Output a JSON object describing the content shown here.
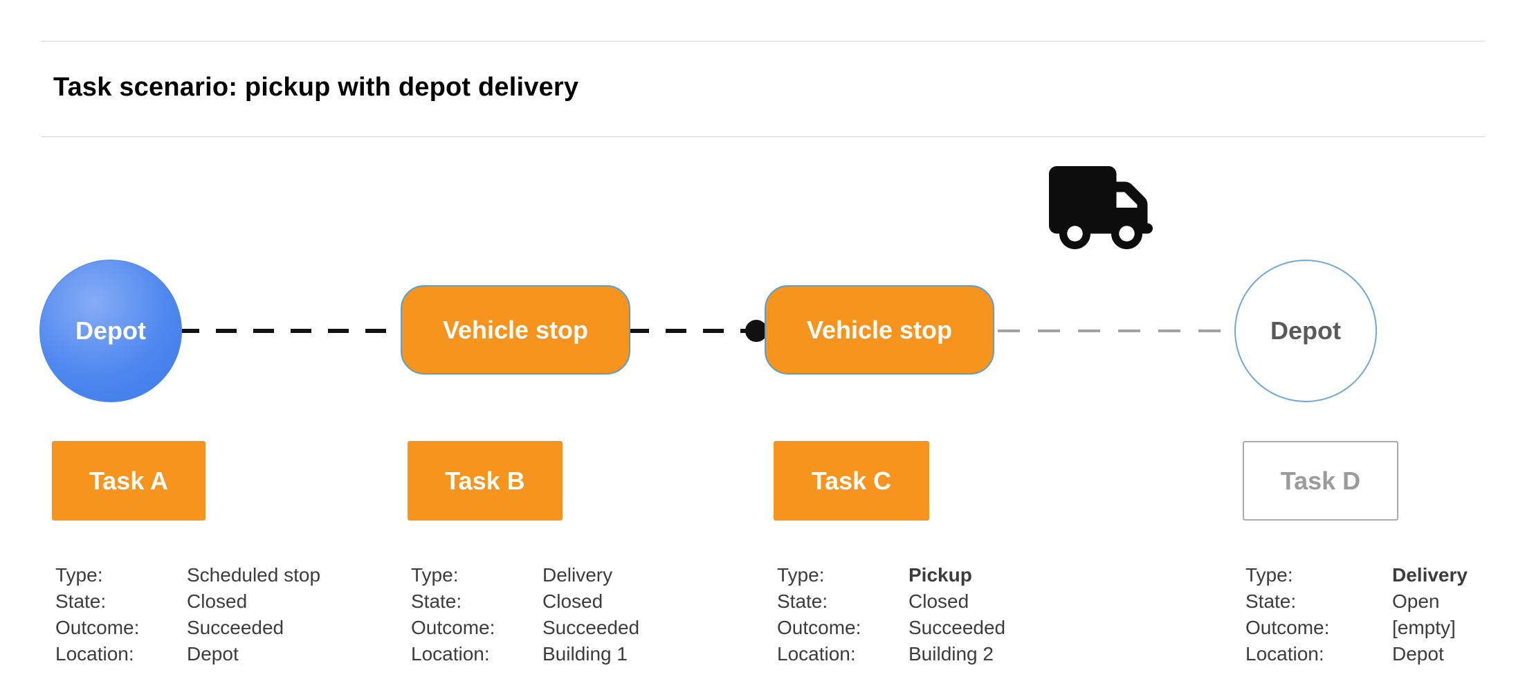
{
  "header": {
    "title": "Task scenario: pickup with depot delivery"
  },
  "diagram": {
    "icons": {
      "truck": "truck-icon"
    },
    "nodes": [
      {
        "label": "Depot",
        "shape": "circle",
        "variant": "filled-blue"
      },
      {
        "label": "Vehicle stop",
        "shape": "rounded-rect",
        "variant": "filled-orange"
      },
      {
        "label": "Vehicle stop",
        "shape": "rounded-rect",
        "variant": "filled-orange"
      },
      {
        "label": "Depot",
        "shape": "circle",
        "variant": "outlined"
      }
    ],
    "connectors": [
      {
        "from": "depot-start",
        "to": "vehicle-stop-1",
        "style": "dashed-black",
        "end_dot": false
      },
      {
        "from": "vehicle-stop-1",
        "to": "vehicle-stop-2",
        "style": "dashed-black",
        "end_dot": true
      },
      {
        "from": "vehicle-stop-2",
        "to": "depot-end",
        "style": "dashed-gray",
        "end_dot": false
      }
    ]
  },
  "field_labels": {
    "type": "Type:",
    "state": "State:",
    "outcome": "Outcome:",
    "location": "Location:"
  },
  "tasks": [
    {
      "label": "Task A",
      "variant": "filled-orange",
      "details": {
        "type": "Scheduled stop",
        "state": "Closed",
        "outcome": "Succeeded",
        "location": "Depot"
      }
    },
    {
      "label": "Task B",
      "variant": "filled-orange",
      "details": {
        "type": "Delivery",
        "state": "Closed",
        "outcome": "Succeeded",
        "location": "Building 1"
      }
    },
    {
      "label": "Task C",
      "variant": "filled-orange",
      "details": {
        "type": "Pickup",
        "state": "Closed",
        "outcome": "Succeeded",
        "location": "Building 2"
      }
    },
    {
      "label": "Task D",
      "variant": "outlined-gray",
      "details": {
        "type": "Delivery",
        "state": "Open",
        "outcome": "[empty]",
        "location": "Depot"
      }
    }
  ],
  "colors": {
    "accent_orange": "#F7941E",
    "depot_fill_blue": "#4F88EF",
    "node_border_blue": "#549FD7",
    "outline_gray": "#ABABAB",
    "detail_text": "#3C3C3C",
    "connector_black": "#111111",
    "connector_gray": "#A3A3A3"
  }
}
